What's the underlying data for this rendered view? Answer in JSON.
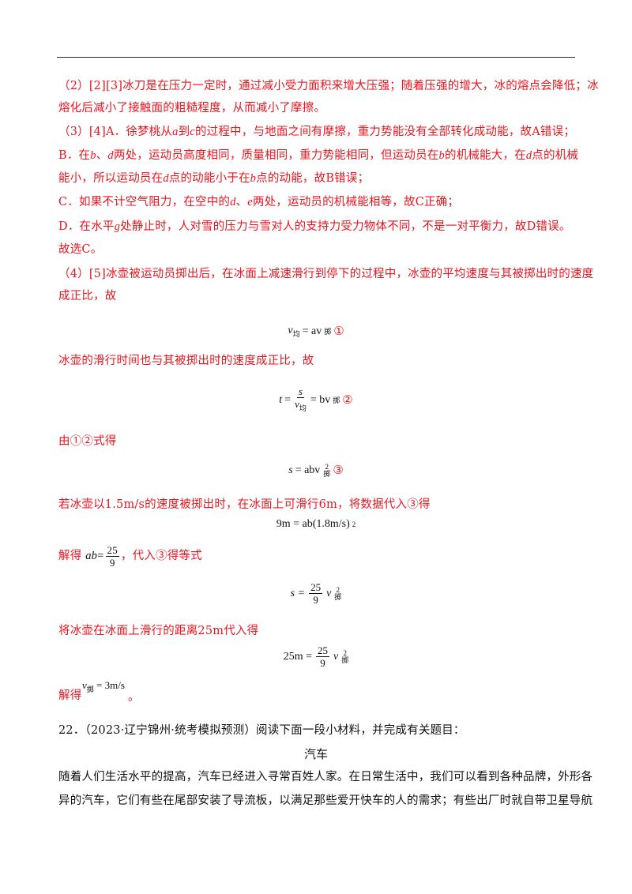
{
  "lines": {
    "l1": "（2）[2][3]冰刀是在压力一定时，通过减小受力面积来增大压强；随着压强的增大，冰的熔点会降低；冰",
    "l2": "熔化后减小了接触面的粗糙程度，从而减小了摩擦。",
    "l3a": "（3）[4]A．徐梦桃从",
    "l3b": "到",
    "l3c": "的过程中，与地面之间有摩擦，重力势能没有全部转化成动能，故A错误；",
    "l4a": "B．在",
    "l4b": "、",
    "l4c": "两处，运动员高度相同，质量相同，重力势能相同，但运动员在",
    "l4d": "的机械能大，在",
    "l4e": "点的机械",
    "l5a": "能小，所以运动员在",
    "l5b": "点的动能小于在",
    "l5c": "点的动能，故B错误；",
    "l6a": "C．如果不计空气阻力，在空中的",
    "l6b": "、",
    "l6c": "两处，运动员的机械能相等，故C正确；",
    "l7a": "D．在水平",
    "l7b": "处静止时，人对雪的压力与雪对人的支持力受力物体不同，不是一对平衡力，故D错误。",
    "l8": "故选C。",
    "l9": "（4）[5]冰壶被运动员掷出后，在冰面上减速滑行到停下的过程中，冰壶的平均速度与其被掷出时的速度",
    "l10": "成正比，故",
    "l11": "冰壶的滑行时间也与其被掷出时的速度成正比，故",
    "l12": "由①②式得",
    "l13": "若冰壶以1.5m/s的速度被掷出时，在冰面上可滑行6m，将数据代入③得",
    "l14a": "解得",
    "l14b": "，代入③得等式",
    "l15": "将冰壶在冰面上滑行的距离25m代入得",
    "l16a": "解得",
    "l16b": "。",
    "q22a": "22．（2023·辽宁锦州·统考模拟预测）阅读下面一段小材料，并完成有关题目：",
    "title": "汽车",
    "q22b": "随着人们生活水平的提高，汽车已经进入寻常百姓人家。在日常生活中，我们可以看到各种品牌，外形各",
    "q22c": "异的汽车，它们有些在尾部安装了导流板，以满足那些爱开快车的人的需求；有些出厂时就自带卫星导航"
  },
  "vars": {
    "a": "a",
    "c": "c",
    "b": "b",
    "d": "d",
    "e": "e",
    "g": "g"
  },
  "eq": {
    "e1_v": "v",
    "e1_vsub": "均",
    "e1_eq": "= av",
    "e1_sub": "掷",
    "e1_tag": "①",
    "e2_t": "t",
    "e2_eq": "=",
    "e2_num": "s",
    "e2_den": "v",
    "e2_densub": "均",
    "e2_eq2": "= bv",
    "e2_sub": "掷",
    "e2_tag": "②",
    "e3_s": "s",
    "e3_eq": "= abv",
    "e3_sup": "2",
    "e3_sub": "掷",
    "e3_tag": "③",
    "e4": "9m = ab(1.8m/s)",
    "e4_sup": "2",
    "e5_lhs": "ab",
    "e5_eq": "=",
    "e5_num": "25",
    "e5_den": "9",
    "e6_s": "s =",
    "e6_num": "25",
    "e6_den": "9",
    "e6_v": "v",
    "e6_sup": "2",
    "e6_sub": "掷",
    "e7_lhs": "25m =",
    "e7_num": "25",
    "e7_den": "9",
    "e7_v": "v",
    "e7_sup": "2",
    "e7_sub": "掷",
    "e8_v": "v",
    "e8_sub": "掷",
    "e8_eq": "= 3m/s"
  }
}
